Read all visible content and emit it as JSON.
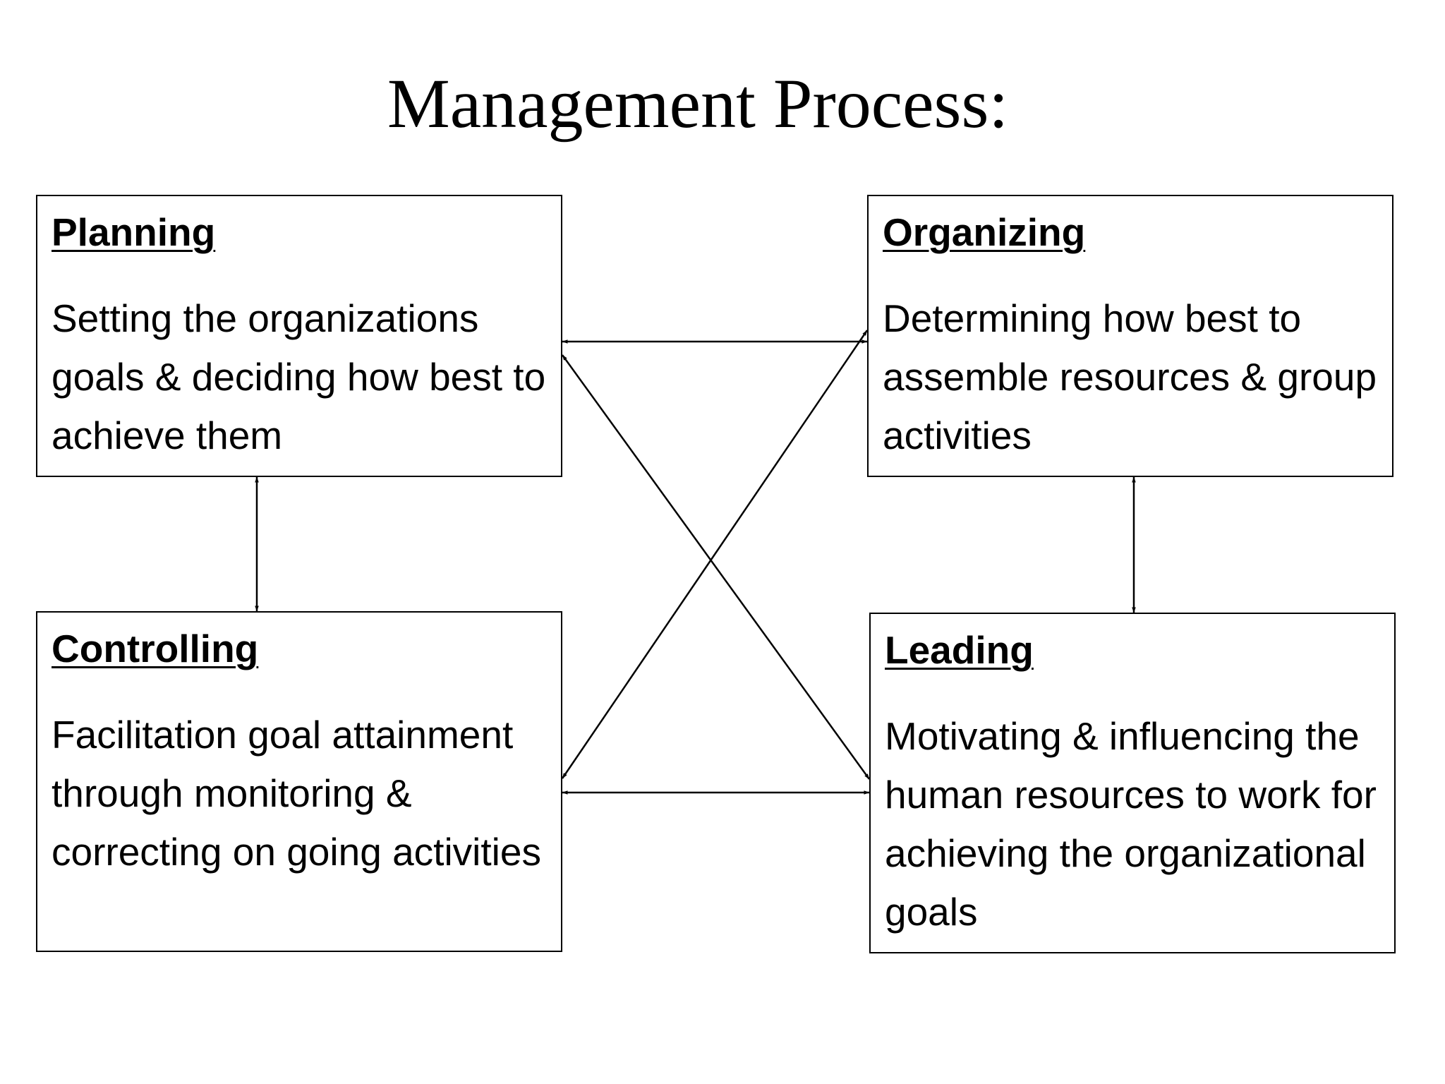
{
  "title": "Management Process:",
  "boxes": {
    "planning": {
      "heading": "Planning",
      "description": "Setting the organizations goals & deciding how best to achieve them"
    },
    "organizing": {
      "heading": "Organizing",
      "description": "Determining how best to assemble resources & group activities"
    },
    "controlling": {
      "heading": "Controlling",
      "description": "Facilitation goal attainment through monitoring & correcting on going activities"
    },
    "leading": {
      "heading": "Leading",
      "description": "Motivating & influencing the human resources to work for achieving the organizational goals"
    }
  },
  "connections": [
    {
      "from": "planning",
      "to": "organizing",
      "bidirectional": true
    },
    {
      "from": "planning",
      "to": "controlling",
      "bidirectional": true
    },
    {
      "from": "organizing",
      "to": "leading",
      "bidirectional": true
    },
    {
      "from": "controlling",
      "to": "leading",
      "bidirectional": true
    },
    {
      "from": "planning",
      "to": "leading",
      "bidirectional": true
    },
    {
      "from": "organizing",
      "to": "controlling",
      "bidirectional": true
    }
  ]
}
